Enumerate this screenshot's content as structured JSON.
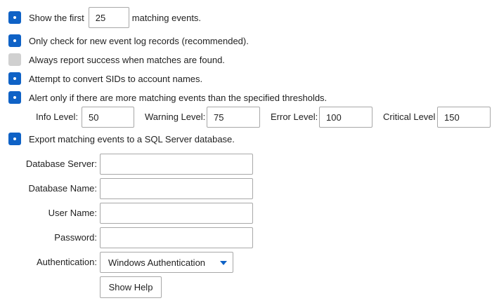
{
  "options": {
    "show_first": {
      "checked": true,
      "before": "Show the first",
      "value": "25",
      "after": "matching events."
    },
    "only_new": {
      "checked": true,
      "label": "Only check for new event log records (recommended)."
    },
    "always_success": {
      "checked": false,
      "label": "Always report success when matches are found."
    },
    "convert_sids": {
      "checked": true,
      "label": "Attempt to convert SIDs to account names."
    },
    "alert_threshold": {
      "checked": true,
      "label": "Alert only if there are more matching events than the specified thresholds."
    },
    "export_sql": {
      "checked": true,
      "label": "Export matching events to a SQL Server database."
    }
  },
  "thresholds": {
    "info": {
      "label": "Info Level:",
      "value": "50"
    },
    "warning": {
      "label": "Warning Level:",
      "value": "75"
    },
    "error": {
      "label": "Error Level:",
      "value": "100"
    },
    "critical": {
      "label": "Critical Level",
      "value": "150"
    }
  },
  "database": {
    "server": {
      "label": "Database Server:",
      "value": ""
    },
    "name": {
      "label": "Database Name:",
      "value": ""
    },
    "user": {
      "label": "User Name:",
      "value": ""
    },
    "password": {
      "label": "Password:",
      "value": ""
    },
    "authentication": {
      "label": "Authentication:",
      "selected": "Windows Authentication"
    }
  },
  "buttons": {
    "show_help": "Show Help"
  },
  "colors": {
    "accent": "#0f62c6",
    "checkbox_off": "#d0d0d0",
    "border": "#a8a8a8"
  },
  "icons": {
    "checked": "checkbox-checked-icon",
    "unchecked": "checkbox-unchecked-icon",
    "dropdown": "chevron-down-icon"
  }
}
